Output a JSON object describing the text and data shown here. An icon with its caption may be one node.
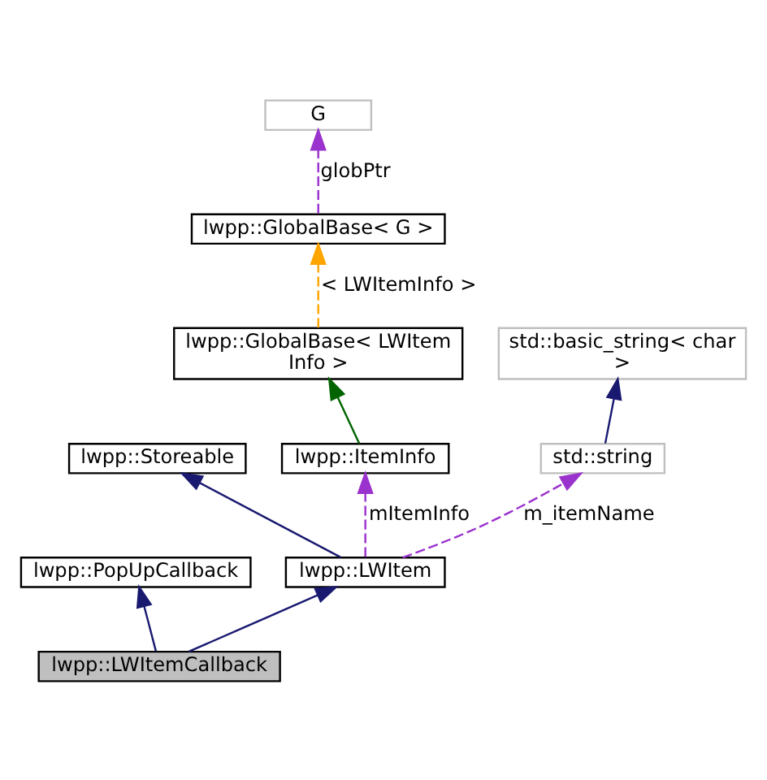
{
  "diagram": {
    "nodes": [
      {
        "text": [
          "G"
        ]
      },
      {
        "text": [
          "lwpp::GlobalBase< G >"
        ]
      },
      {
        "text": [
          "lwpp::GlobalBase< LWItem Info >"
        ]
      },
      {
        "text": [
          "std::basic_string< char >"
        ]
      },
      {
        "text": [
          "lwpp::Storeable"
        ]
      },
      {
        "text": [
          "lwpp::ItemInfo"
        ]
      },
      {
        "text": [
          "std::string"
        ]
      },
      {
        "text": [
          "lwpp::PopUpCallback"
        ]
      },
      {
        "text": [
          "lwpp::LWItem"
        ]
      },
      {
        "text": [
          "lwpp::LWItemCallback"
        ]
      }
    ],
    "edges": [
      {
        "from": 1,
        "to": 0,
        "arrow": "to",
        "label": "globPtr",
        "style": "dashed",
        "color": "#9a32cd"
      },
      {
        "from": 2,
        "to": 1,
        "arrow": "to",
        "label": "< LWItemInfo >",
        "style": "dashed",
        "color": "#ffa500"
      },
      {
        "from": 5,
        "to": 2,
        "arrow": "to",
        "color": "#006400"
      },
      {
        "from": 6,
        "to": 3,
        "arrow": "to"
      },
      {
        "from": 8,
        "to": 4,
        "arrow": "to"
      },
      {
        "from": 8,
        "to": 5,
        "arrow": "to",
        "label": "mItemInfo",
        "style": "dashed",
        "color": "#9a32cd"
      },
      {
        "from": 8,
        "to": 6,
        "arrow": "to",
        "label": "m_itemName",
        "style": "dashed",
        "color": "#9a32cd"
      },
      {
        "from": 9,
        "to": 7,
        "arrow": "to"
      },
      {
        "from": 9,
        "to": 8,
        "arrow": "to"
      }
    ]
  }
}
